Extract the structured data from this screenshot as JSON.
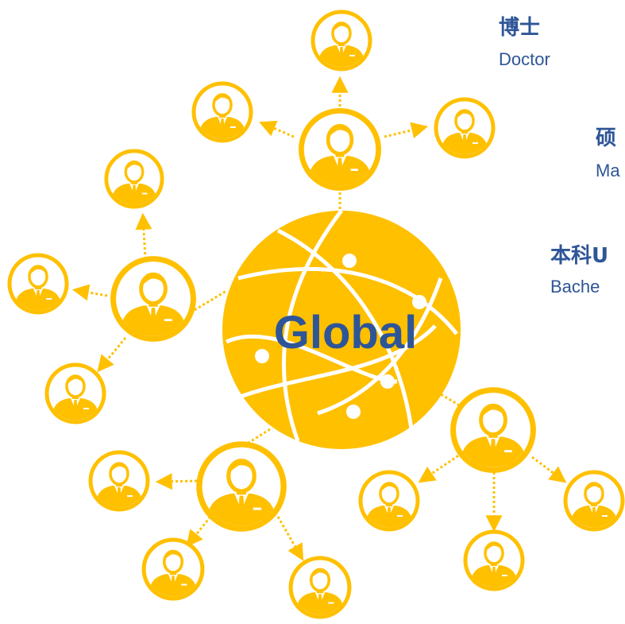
{
  "center_label": "Global",
  "labels": [
    {
      "cn": "博士",
      "en": "Doctor"
    },
    {
      "cn": "硕",
      "en": "Ma"
    },
    {
      "cn": "本科U",
      "en": "Bache"
    }
  ],
  "colors": {
    "accent": "#ffc000",
    "text": "#2e5597",
    "background": "#ffffff"
  },
  "icons": [
    "person-icon",
    "globe-icon",
    "arrow-icon"
  ]
}
